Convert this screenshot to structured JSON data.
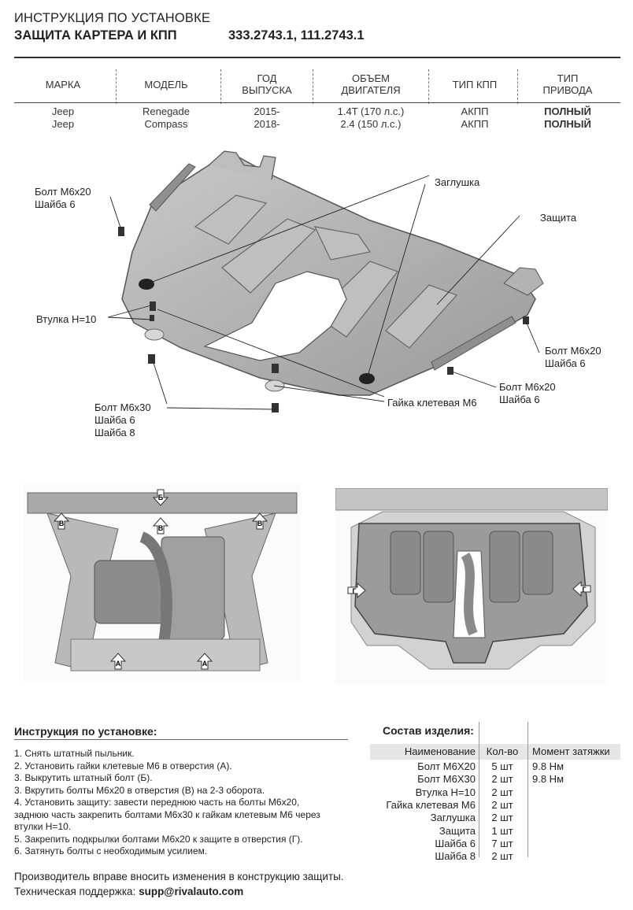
{
  "header": {
    "line1": "ИНСТРУКЦИЯ ПО УСТАНОВКЕ",
    "line2": "ЗАЩИТА КАРТЕРА И КПП",
    "codes": "333.2743.1, 111.2743.1"
  },
  "spec_table": {
    "headers": [
      "МАРКА",
      "МОДЕЛЬ",
      "ГОД|ВЫПУСКА",
      "ОБЪЕМ|ДВИГАТЕЛЯ",
      "ТИП КПП",
      "ТИП|ПРИВОДА"
    ],
    "rows": [
      [
        "Jeep",
        "Renegade",
        "2015-",
        "1.4T (170 л.с.)",
        "АКПП",
        "ПОЛНЫЙ"
      ],
      [
        "Jeep",
        "Compass",
        "2018-",
        "2.4 (150 л.с.)",
        "АКПП",
        "ПОЛНЫЙ"
      ]
    ]
  },
  "diagram_labels": {
    "bolt_top_left": [
      "Болт М6х20",
      "Шайба 6"
    ],
    "plug": "Заглушка",
    "guard": "Защита",
    "sleeve": "Втулка H=10",
    "bolt_right_1": [
      "Болт М6х20",
      "Шайба 6"
    ],
    "bolt_right_2": [
      "Болт М6х20",
      "Шайба 6"
    ],
    "bolt_bottom": [
      "Болт М6х30",
      "Шайба 6",
      "Шайба 8"
    ],
    "cage_nut": "Гайка клетевая М6"
  },
  "photo_markers": {
    "left": [
      "Б",
      "В",
      "В",
      "В",
      "А",
      "А"
    ],
    "right": [
      "Г",
      "Г"
    ]
  },
  "instructions": {
    "title": "Инструкция по установке:",
    "steps": [
      "1. Снять штатный пыльник.",
      "2. Установить гайки клетевые М6 в отверстия (А).",
      "3. Выкрутить штатный болт (Б).",
      "3. Вкрутить болты М6х20 в отверстия (В) на 2-3 оборота.",
      "4. Установить защиту: завести переднюю часть на болты М6х20,",
      "заднюю часть закрепить болтами М6х30 к гайкам клетевым М6 через",
      "втулки H=10.",
      "5. Закрепить подкрылки болтами М6х20 к защите в отверстия (Г).",
      "6. Затянуть болты с необходимым усилием."
    ]
  },
  "composition": {
    "title": "Состав изделия:",
    "headers": [
      "Наименование",
      "Кол-во",
      "Момент затяжки"
    ],
    "rows": [
      [
        "Болт М6Х20",
        "5 шт",
        "9.8 Нм"
      ],
      [
        "Болт М6Х30",
        "2 шт",
        "9.8 Нм"
      ],
      [
        "Втулка H=10",
        "2 шт",
        ""
      ],
      [
        "Гайка клетевая М6",
        "2 шт",
        ""
      ],
      [
        "Заглушка",
        "2 шт",
        ""
      ],
      [
        "Защита",
        "1 шт",
        ""
      ],
      [
        "Шайба 6",
        "7 шт",
        ""
      ],
      [
        "Шайба 8",
        "2 шт",
        ""
      ]
    ]
  },
  "footer": {
    "line1": "Производитель вправе вносить изменения в конструкцию защиты.",
    "support_label": "Техническая поддержка:",
    "support_email": "supp@rivalauto.com"
  }
}
